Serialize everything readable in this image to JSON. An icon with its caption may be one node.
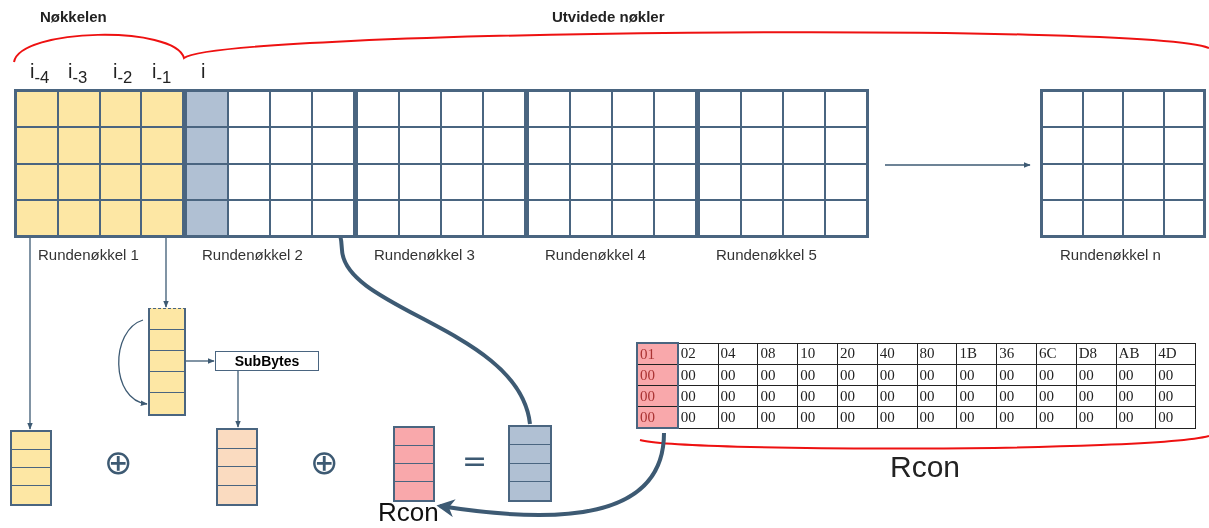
{
  "diagram": {
    "nodes": [
      {
        "text": [
          "Rundenøkkel 1"
        ]
      },
      {
        "text": [
          "Rundenøkkel 2"
        ]
      },
      {
        "text": [
          "Rundenøkkel 3"
        ]
      },
      {
        "text": [
          "Rundenøkkel 4"
        ]
      },
      {
        "text": [
          "Rundenøkkel 5"
        ]
      },
      {
        "text": [
          "Rundenøkkel n"
        ]
      },
      {
        "text": [],
        "shape": "box"
      },
      {
        "text": [],
        "shape": "box"
      },
      {
        "text": [
          "SubBytes"
        ]
      },
      {
        "text": [],
        "shape": "box"
      },
      {
        "text": [
          "Rcon"
        ]
      },
      {
        "text": [],
        "shape": "box"
      },
      {
        "text": [],
        "shape": "box"
      }
    ],
    "edges": [
      {
        "from": 4,
        "to": 5,
        "arrow": "to"
      },
      {
        "from": 0,
        "to": 6,
        "arrow": "to"
      },
      {
        "from": 0,
        "to": 7,
        "arrow": "to"
      },
      {
        "from": 7,
        "to": 7,
        "arrow": "to"
      },
      {
        "from": 7,
        "to": 8,
        "arrow": "to"
      },
      {
        "from": 8,
        "to": 9,
        "arrow": "to"
      },
      {
        "from": 12,
        "to": 10,
        "arrow": "to",
        "style": "thick"
      },
      {
        "from": 11,
        "to": 1,
        "arrow": "to",
        "style": "thick"
      }
    ],
    "labels": [
      "Nøkkelen",
      "Utvidede nøkler",
      "i$_{-4}$",
      "i$_{-3}$",
      "i$_{-2}$",
      "i$_{-1}$",
      "i",
      "⊕",
      "⊕",
      "=",
      "01",
      "02",
      "04",
      "08",
      "10",
      "20",
      "40",
      "80",
      "1B",
      "36",
      "6C",
      "D8",
      "AB",
      "4D",
      "00",
      "00",
      "00",
      "00",
      "00",
      "00",
      "00",
      "00",
      "00",
      "00",
      "00",
      "00",
      "00",
      "00",
      "00",
      "00",
      "00",
      "00",
      "00",
      "00",
      "00",
      "00",
      "00",
      "00",
      "00",
      "00",
      "00",
      "00",
      "00",
      "00",
      "00",
      "00",
      "00",
      "00",
      "00",
      "00",
      "00",
      "00",
      "00",
      "00",
      "00",
      "00",
      "Rcon"
    ]
  }
}
